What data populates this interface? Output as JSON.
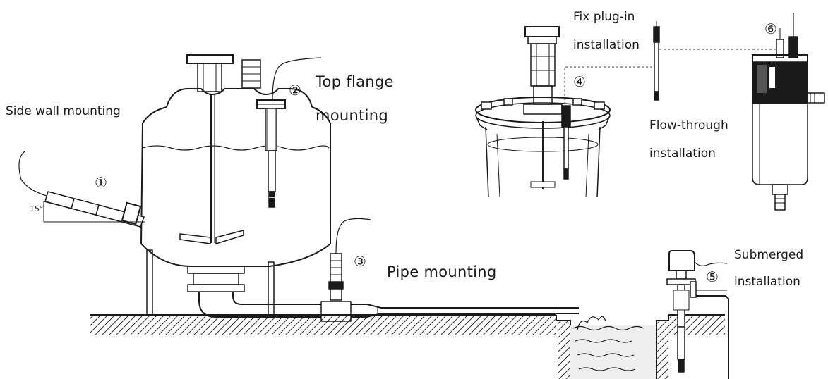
{
  "labels": {
    "side_wall": "Side wall mounting",
    "top_flange_1": "Top flange",
    "top_flange_2": "mounting",
    "pipe": "Pipe mounting",
    "fix_plugin_1": "Fix plug-in",
    "fix_plugin_2": "installation",
    "flow_through_1": "Flow-through",
    "flow_through_2": "installation",
    "submerged_1": "Submerged",
    "submerged_2": "installation",
    "angle": "15°"
  },
  "markers": [
    "①",
    "②",
    "③",
    "④",
    "⑤",
    "⑥"
  ],
  "colors": {
    "line": "#1a1a1a",
    "hatch": "#333333",
    "leader": "#666666",
    "water": "#eeeeee"
  }
}
